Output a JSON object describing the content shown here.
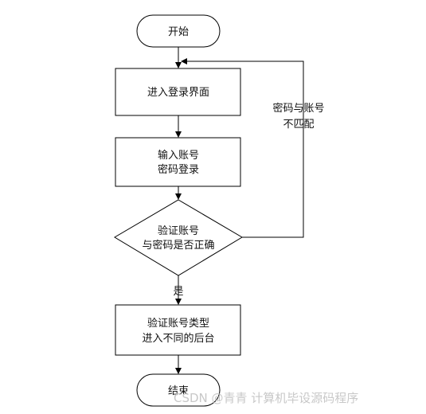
{
  "flowchart": {
    "start": "开始",
    "step_login_page": "进入登录界面",
    "step_input": [
      "输入账号",
      "密码登录"
    ],
    "decision": [
      "验证账号",
      "与密码是否正确"
    ],
    "label_yes": "是",
    "label_no": [
      "密码与账号",
      "不匹配"
    ],
    "step_verify_type": [
      "验证账号类型",
      "进入不同的后台"
    ],
    "end": "结束"
  },
  "watermark": "CSDN @青青  计算机毕设源码程序"
}
